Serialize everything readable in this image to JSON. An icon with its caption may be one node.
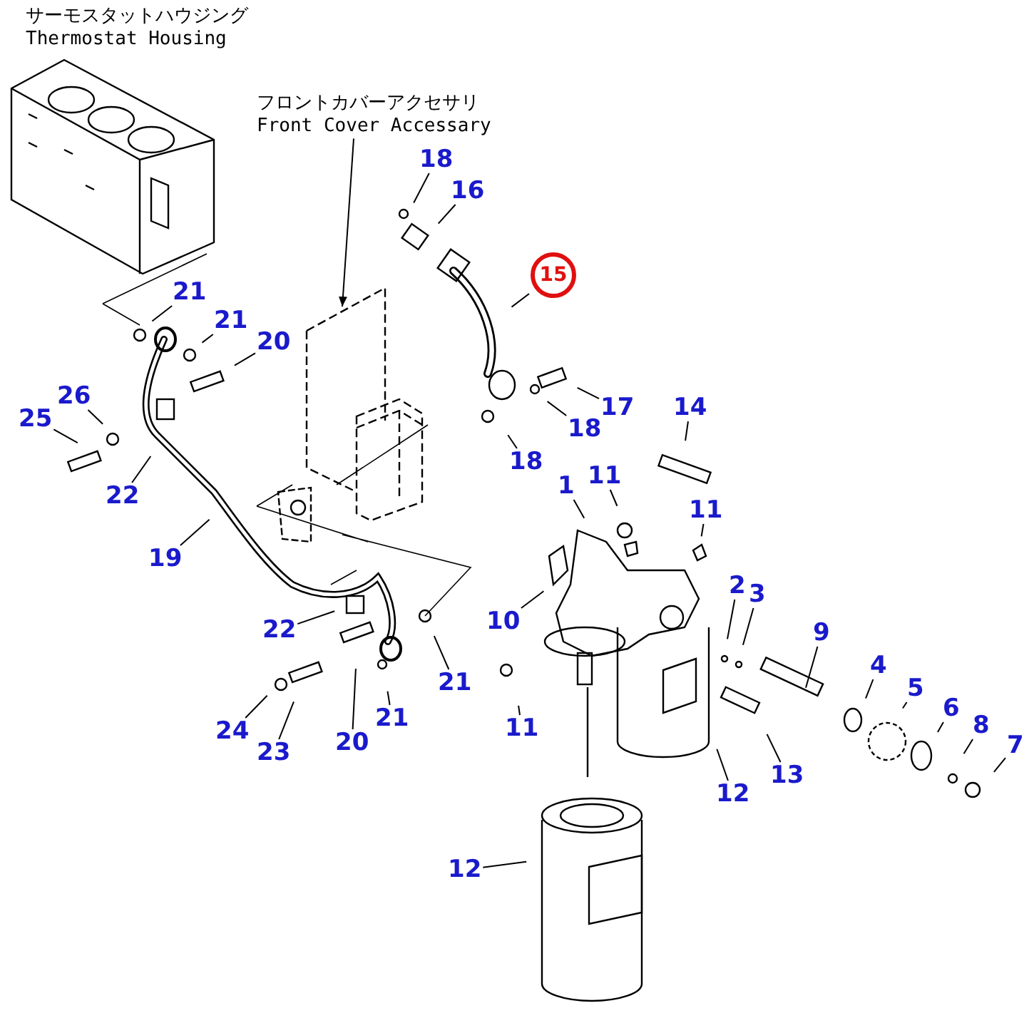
{
  "diagram": {
    "nodes": [
      {
        "text": [
          "フロントカバーアクセサリ",
          "Front Cover Accessary"
        ]
      },
      {
        "text": [
          "18"
        ]
      },
      {
        "text": [
          "16"
        ]
      },
      {
        "text": [
          "15"
        ]
      },
      {
        "text": [
          "21"
        ]
      },
      {
        "text": [
          "21"
        ]
      },
      {
        "text": [
          "20"
        ]
      },
      {
        "text": [
          "17"
        ]
      },
      {
        "text": [
          "18"
        ]
      },
      {
        "text": [
          "26"
        ]
      },
      {
        "text": [
          "14"
        ]
      },
      {
        "text": [
          "25"
        ]
      },
      {
        "text": [
          "18"
        ]
      },
      {
        "text": [
          "1"
        ]
      },
      {
        "text": [
          "11"
        ]
      },
      {
        "text": [
          "22"
        ]
      },
      {
        "text": [
          "11"
        ]
      },
      {
        "text": [
          "19"
        ]
      },
      {
        "text": [
          "10"
        ]
      },
      {
        "text": [
          "2"
        ]
      },
      {
        "text": [
          "3"
        ]
      },
      {
        "text": [
          "9"
        ]
      },
      {
        "text": [
          "22"
        ]
      },
      {
        "text": [
          "21"
        ]
      },
      {
        "text": [
          "4"
        ]
      },
      {
        "text": [
          "5"
        ]
      },
      {
        "text": [
          "6"
        ]
      },
      {
        "text": [
          "8"
        ]
      },
      {
        "text": [
          "24"
        ]
      },
      {
        "text": [
          "11"
        ]
      },
      {
        "text": [
          "7"
        ]
      },
      {
        "text": [
          "23"
        ]
      },
      {
        "text": [
          "21"
        ]
      },
      {
        "text": [
          "20"
        ]
      },
      {
        "text": [
          "13"
        ]
      },
      {
        "text": [
          "12"
        ]
      },
      {
        "text": [
          "12"
        ]
      }
    ],
    "edges": [
      {
        "from": 0,
        "to": null,
        "arrow": "to"
      },
      {
        "from": 1,
        "to": null,
        "arrow": "none"
      },
      {
        "from": 2,
        "to": null,
        "arrow": "none"
      },
      {
        "from": 3,
        "to": null,
        "arrow": "none"
      },
      {
        "from": 4,
        "to": null,
        "arrow": "none"
      },
      {
        "from": 5,
        "to": null,
        "arrow": "none"
      },
      {
        "from": 6,
        "to": null,
        "arrow": "none"
      },
      {
        "from": 7,
        "to": null,
        "arrow": "none"
      },
      {
        "from": 8,
        "to": null,
        "arrow": "none"
      },
      {
        "from": 9,
        "to": null,
        "arrow": "none"
      },
      {
        "from": 10,
        "to": null,
        "arrow": "none"
      },
      {
        "from": 11,
        "to": null,
        "arrow": "none"
      },
      {
        "from": 12,
        "to": null,
        "arrow": "none"
      },
      {
        "from": 13,
        "to": null,
        "arrow": "none"
      },
      {
        "from": 14,
        "to": null,
        "arrow": "none"
      },
      {
        "from": 15,
        "to": null,
        "arrow": "none"
      },
      {
        "from": 16,
        "to": null,
        "arrow": "none"
      },
      {
        "from": 17,
        "to": null,
        "arrow": "none"
      },
      {
        "from": 18,
        "to": null,
        "arrow": "none"
      },
      {
        "from": 19,
        "to": null,
        "arrow": "none"
      },
      {
        "from": 20,
        "to": null,
        "arrow": "none"
      },
      {
        "from": 21,
        "to": null,
        "arrow": "none"
      },
      {
        "from": 22,
        "to": null,
        "arrow": "none"
      },
      {
        "from": 23,
        "to": null,
        "arrow": "none"
      },
      {
        "from": 24,
        "to": null,
        "arrow": "none"
      },
      {
        "from": 25,
        "to": null,
        "arrow": "none"
      },
      {
        "from": 26,
        "to": null,
        "arrow": "none"
      },
      {
        "from": 27,
        "to": null,
        "arrow": "none"
      },
      {
        "from": 28,
        "to": null,
        "arrow": "none"
      },
      {
        "from": 29,
        "to": null,
        "arrow": "none"
      },
      {
        "from": 30,
        "to": null,
        "arrow": "none"
      },
      {
        "from": 31,
        "to": null,
        "arrow": "none"
      },
      {
        "from": 32,
        "to": null,
        "arrow": "none"
      },
      {
        "from": 33,
        "to": null,
        "arrow": "none"
      },
      {
        "from": 34,
        "to": null,
        "arrow": "none"
      },
      {
        "from": 35,
        "to": null,
        "arrow": "none"
      },
      {
        "from": 36,
        "to": null,
        "arrow": "none"
      }
    ],
    "labels": [
      "サーモスタットハウジング",
      "Thermostat Housing"
    ]
  }
}
